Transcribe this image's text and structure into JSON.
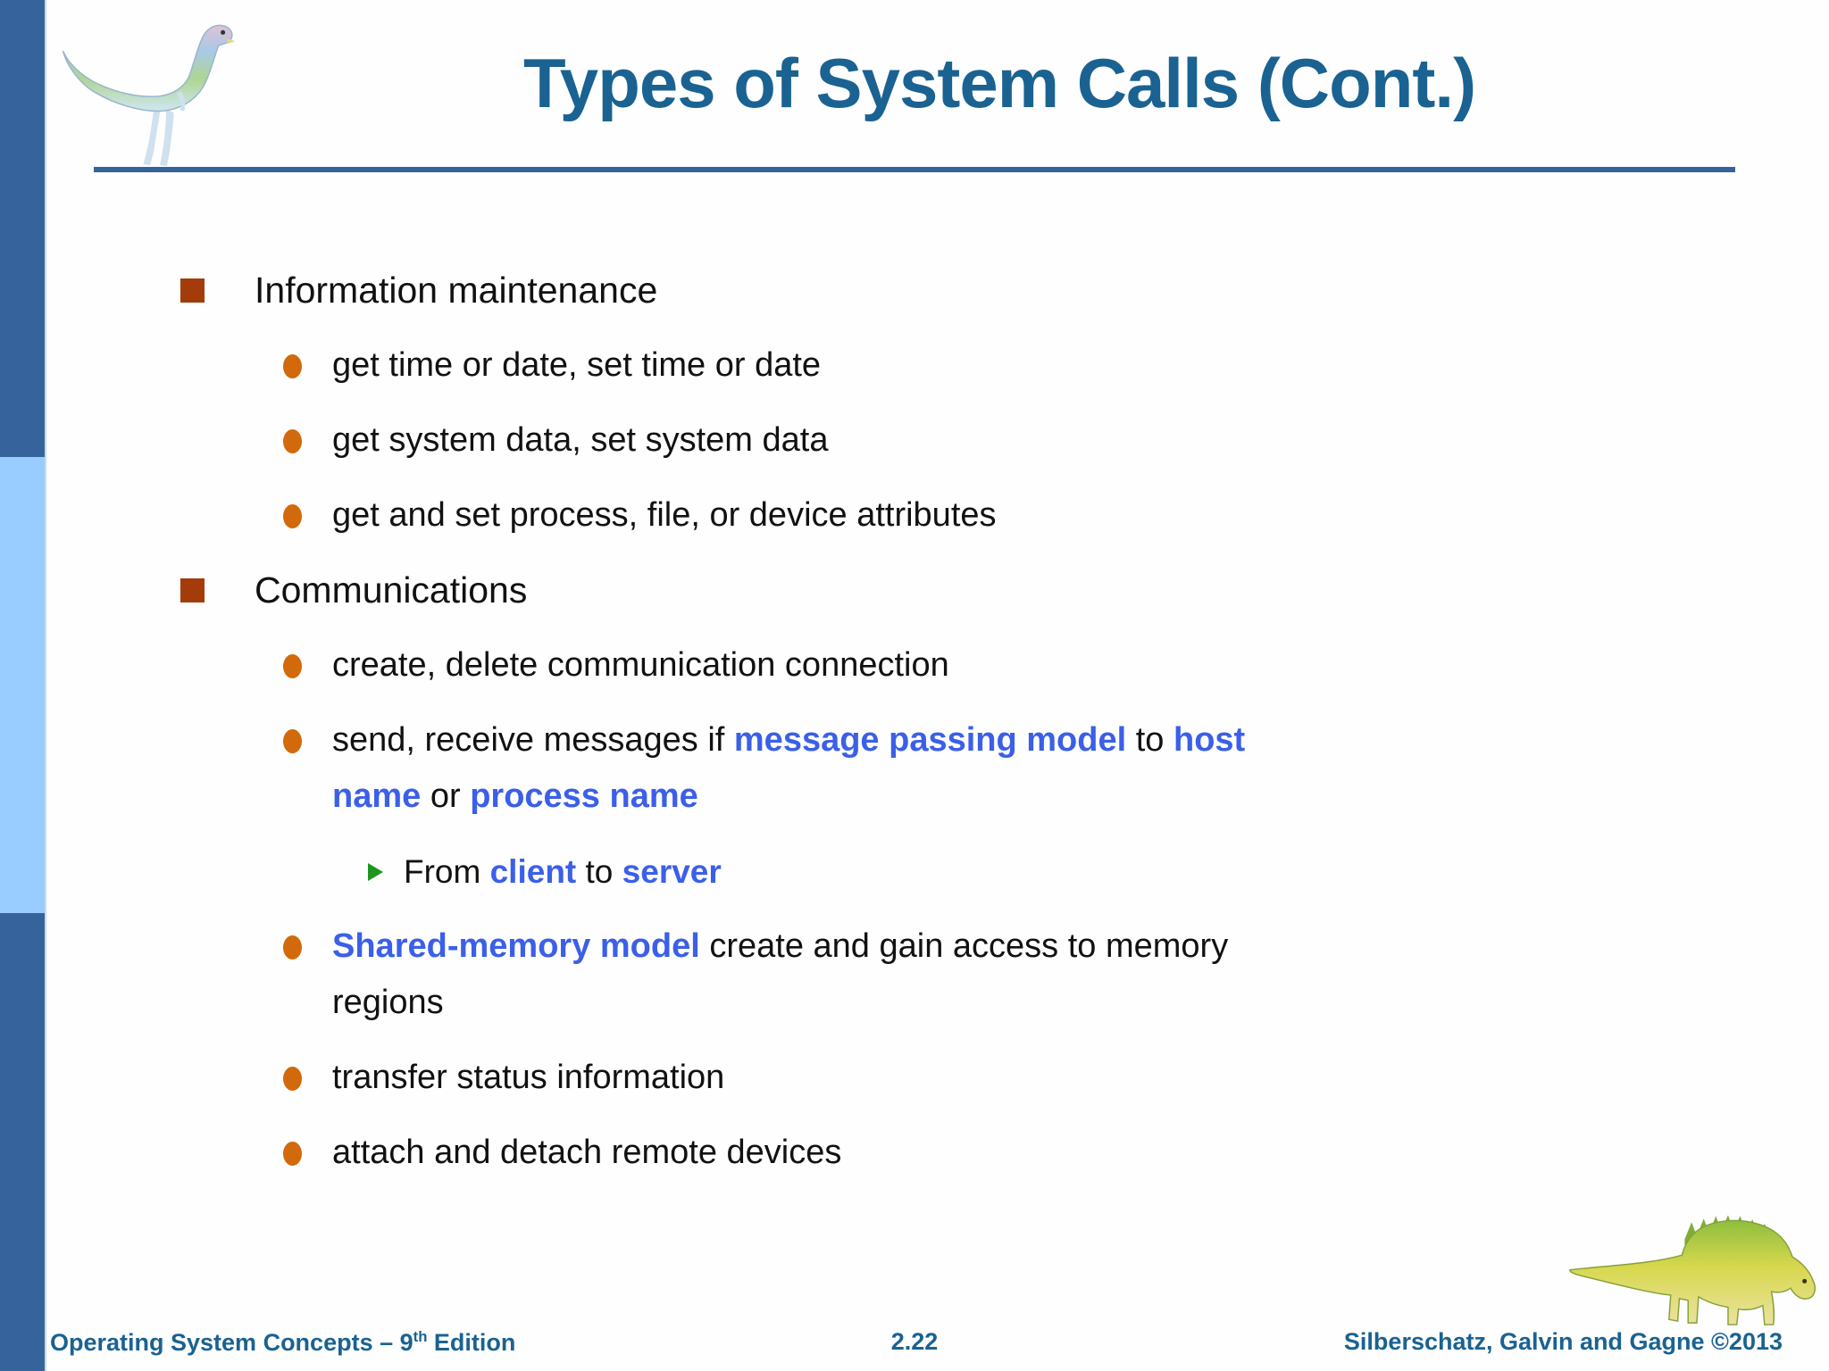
{
  "slide": {
    "title": "Types of System Calls (Cont.)",
    "page_number": "2.22",
    "footer_left": {
      "pre": "Operating System Concepts – 9",
      "sup": "th",
      "post": " Edition"
    },
    "footer_right": "Silberschatz, Galvin and Gagne ©2013"
  },
  "content": {
    "items": [
      {
        "level": 1,
        "segments": [
          {
            "t": "Information maintenance"
          }
        ]
      },
      {
        "level": 2,
        "segments": [
          {
            "t": "get time or date, set time or date"
          }
        ]
      },
      {
        "level": 2,
        "segments": [
          {
            "t": "get system data, set system data"
          }
        ]
      },
      {
        "level": 2,
        "segments": [
          {
            "t": "get and set process, file, or device attributes"
          }
        ]
      },
      {
        "level": 1,
        "segments": [
          {
            "t": "Communications"
          }
        ]
      },
      {
        "level": 2,
        "segments": [
          {
            "t": "create, delete communication connection"
          }
        ]
      },
      {
        "level": 2,
        "segments": [
          {
            "t": "send, receive messages if "
          },
          {
            "t": "message passing model",
            "em": true
          },
          {
            "t": " to "
          },
          {
            "t": "host",
            "em": true
          },
          {
            "br": true
          },
          {
            "t": "name",
            "em": true
          },
          {
            "t": " or "
          },
          {
            "t": "process name",
            "em": true
          }
        ]
      },
      {
        "level": 3,
        "segments": [
          {
            "t": "From "
          },
          {
            "t": "client",
            "em": true
          },
          {
            "t": " to "
          },
          {
            "t": "server",
            "em": true
          }
        ]
      },
      {
        "level": 2,
        "segments": [
          {
            "t": "Shared-memory model",
            "em": true
          },
          {
            "t": " create and gain access to memory"
          },
          {
            "br": true
          },
          {
            "t": "regions"
          }
        ]
      },
      {
        "level": 2,
        "segments": [
          {
            "t": "transfer status information"
          }
        ]
      },
      {
        "level": 2,
        "segments": [
          {
            "t": "attach and detach remote devices"
          }
        ]
      }
    ],
    "bullets": {
      "1": "square",
      "2": "circle",
      "3": "triangle"
    }
  },
  "images": {
    "header_logo": "gallimimus-dinosaur",
    "footer_logo": "ouranosaurus-dinosaur"
  },
  "colors": {
    "sidebar_dark": "#36639B",
    "sidebar_light": "#99CCFF",
    "title_teal": "#1A6291",
    "rule_blue": "#36639B",
    "accent_blue": "#3B5FE8",
    "bullet_square": "#A33B0A",
    "bullet_circle": "#D2690A",
    "bullet_triangle": "#1E961E",
    "text_black": "#111111",
    "bg": "#FDFEFD"
  }
}
